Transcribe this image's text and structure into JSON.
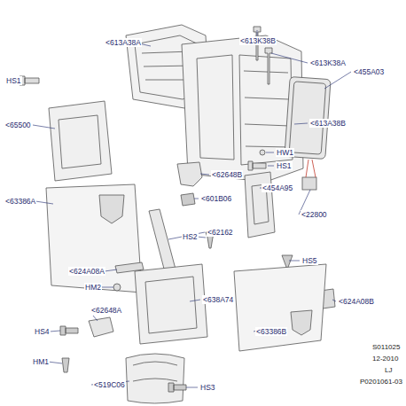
{
  "diagram": {
    "labels": [
      "<613A38A",
      "<613K38B",
      "<613K38A",
      "<455A03",
      "HS1",
      "<65500",
      "<613A38B",
      "HW1",
      "HS1",
      "<62648B",
      "<454A95",
      "<601B06",
      "<63386A",
      "<22800",
      "<62162",
      "HS2",
      "HS5",
      "<624A08A",
      "HM2",
      "<638A74",
      "<624A08B",
      "<63386B",
      "<62648A",
      "HS4",
      "HM1",
      "<519C06",
      "HS3",
      "S011025",
      "12-2010",
      "LJ",
      "P0201061-03"
    ]
  }
}
